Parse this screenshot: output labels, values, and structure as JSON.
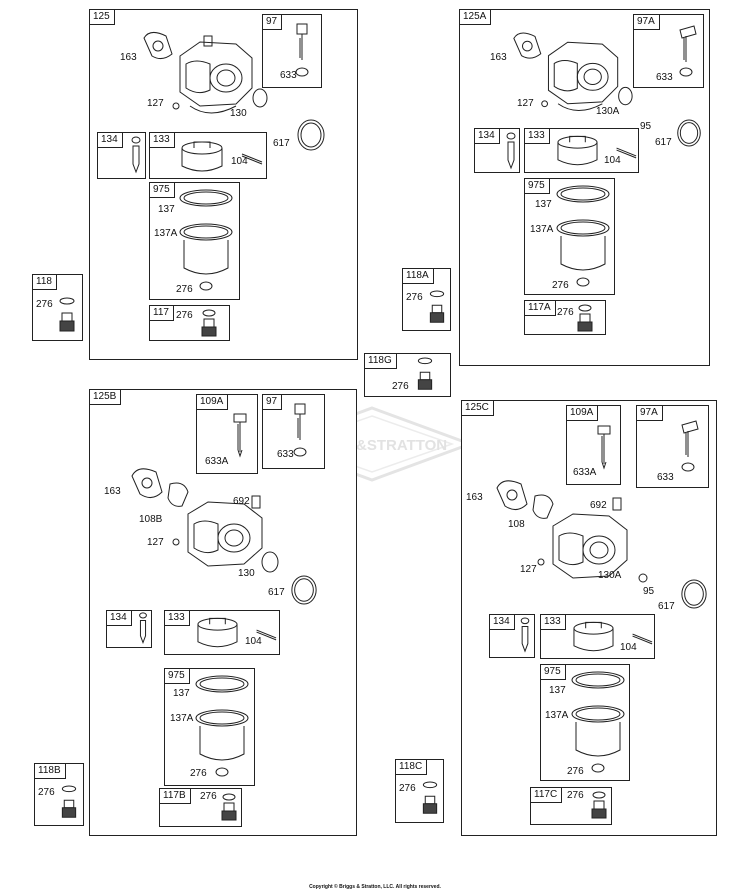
{
  "watermark_text": "BRIGGS&STRATTON",
  "copyright": "Copyright © Briggs & Stratton, LLC. All rights reserved.",
  "kit_boxes": {
    "k125": "125",
    "k125a": "125A",
    "k125b": "125B",
    "k125c": "125C",
    "k118": "118",
    "k118a": "118A",
    "k118b": "118B",
    "k118c": "118C",
    "k118g": "118G",
    "k97": "97",
    "k97a": "97A",
    "k97b": "97",
    "k97c": "97A",
    "k109a_b": "109A",
    "k109a_c": "109A",
    "k134": "134",
    "k134a": "134",
    "k134b": "134",
    "k134c": "134",
    "k133": "133",
    "k133a": "133",
    "k133b": "133",
    "k133c": "133",
    "k975": "975",
    "k975a": "975",
    "k975b": "975",
    "k975c": "975",
    "k117": "117",
    "k117a": "117A",
    "k117b": "117B",
    "k117c": "117C"
  },
  "callouts": {
    "p163": "163",
    "p127": "127",
    "p130": "130",
    "p130a": "130A",
    "p104": "104",
    "p617": "617",
    "p137": "137",
    "p137a": "137A",
    "p276": "276",
    "p633": "633",
    "p633a": "633A",
    "p95": "95",
    "p692": "692",
    "p108b": "108B",
    "p108": "108"
  }
}
